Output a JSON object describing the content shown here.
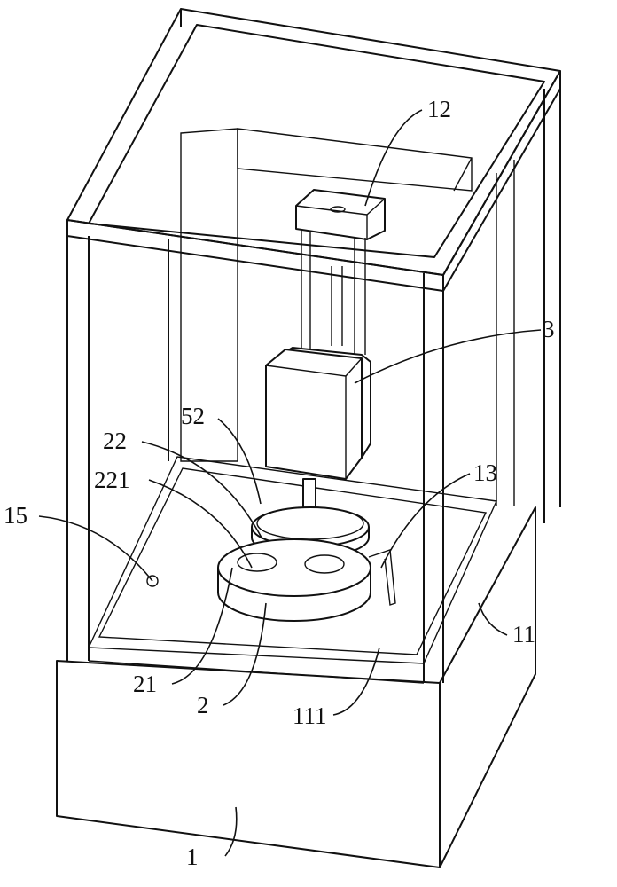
{
  "figure": {
    "type": "patent mechanical drawing",
    "labels": [
      {
        "id": "1",
        "text": "1"
      },
      {
        "id": "2",
        "text": "2"
      },
      {
        "id": "3",
        "text": "3"
      },
      {
        "id": "11",
        "text": "11"
      },
      {
        "id": "12",
        "text": "12"
      },
      {
        "id": "13",
        "text": "13"
      },
      {
        "id": "15",
        "text": "15"
      },
      {
        "id": "21",
        "text": "21"
      },
      {
        "id": "22",
        "text": "22"
      },
      {
        "id": "52",
        "text": "52"
      },
      {
        "id": "111",
        "text": "111"
      },
      {
        "id": "221",
        "text": "221"
      }
    ]
  }
}
